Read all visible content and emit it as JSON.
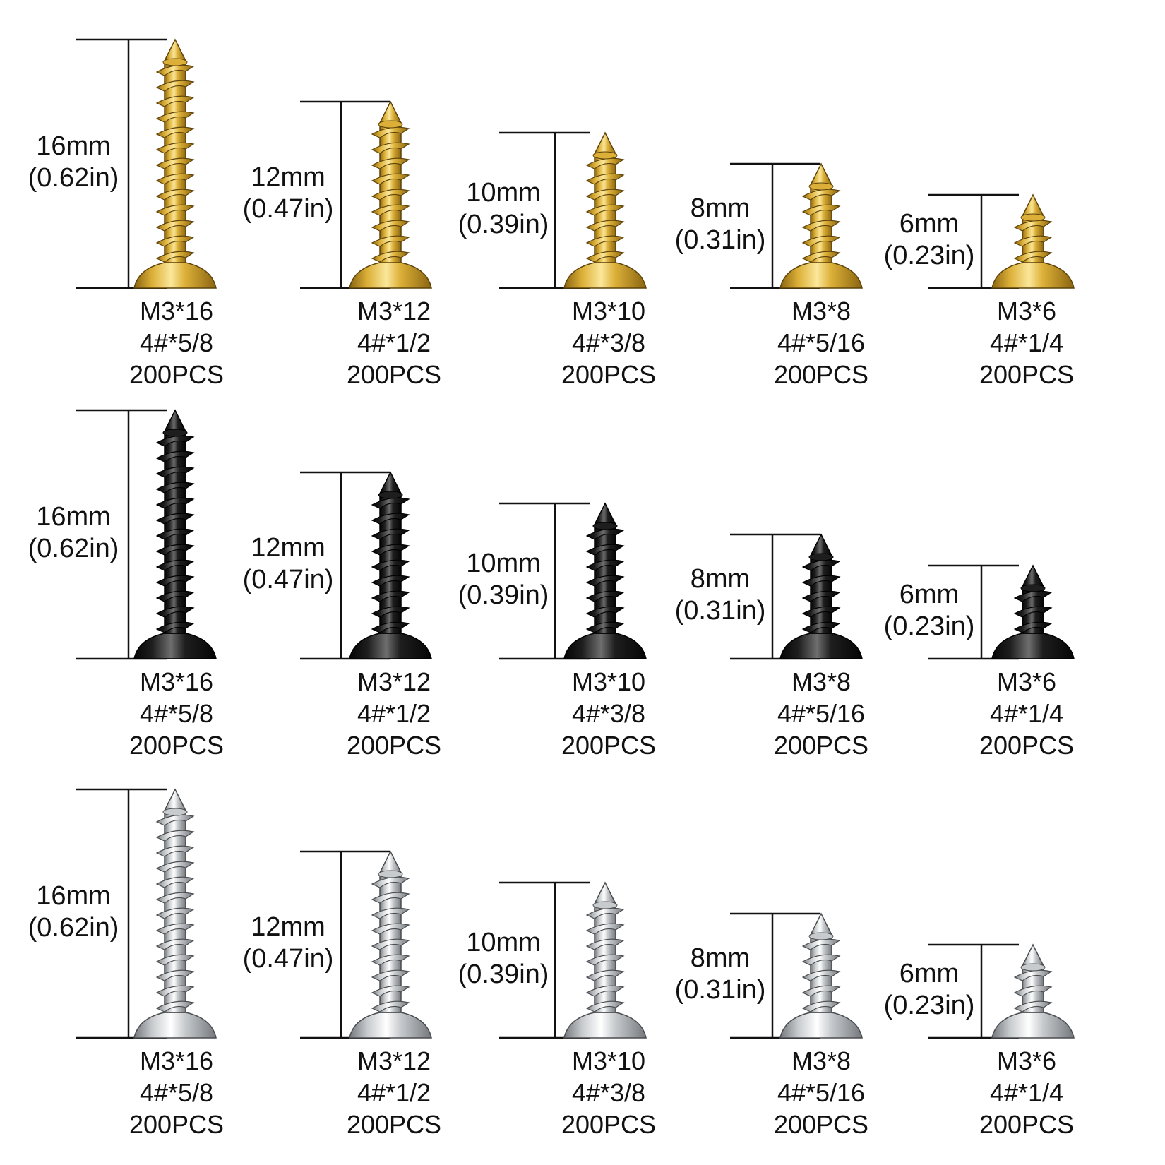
{
  "finishes": [
    {
      "name": "gold",
      "colors": {
        "light": "#fbe79a",
        "mid": "#dcb038",
        "dark": "#8a6410",
        "edge": "#5e430a"
      }
    },
    {
      "name": "black",
      "colors": {
        "light": "#6e6e6e",
        "mid": "#1e1e1e",
        "dark": "#050505",
        "edge": "#000000"
      }
    },
    {
      "name": "silver",
      "colors": {
        "light": "#ffffff",
        "mid": "#c8cbce",
        "dark": "#74787c",
        "edge": "#4a4d50"
      }
    }
  ],
  "sizes": [
    {
      "length_mm": 16,
      "mm": "16mm",
      "inch": "(0.62in)",
      "metric": "M3*16",
      "imperial": "4#*5/8",
      "qty": "200PCS"
    },
    {
      "length_mm": 12,
      "mm": "12mm",
      "inch": "(0.47in)",
      "metric": "M3*12",
      "imperial": "4#*1/2",
      "qty": "200PCS"
    },
    {
      "length_mm": 10,
      "mm": "10mm",
      "inch": "(0.39in)",
      "metric": "M3*10",
      "imperial": "4#*3/8",
      "qty": "200PCS"
    },
    {
      "length_mm": 8,
      "mm": "8mm",
      "inch": "(0.31in)",
      "metric": "M3*8",
      "imperial": "4#*5/16",
      "qty": "200PCS"
    },
    {
      "length_mm": 6,
      "mm": "6mm",
      "inch": "(0.23in)",
      "metric": "M3*6",
      "imperial": "4#*1/4",
      "qty": "200PCS"
    }
  ],
  "icons": {
    "screw": "countersunk-wood-screw-icon"
  }
}
